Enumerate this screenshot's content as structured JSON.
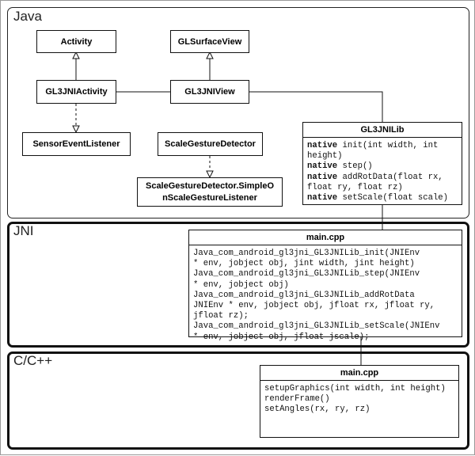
{
  "panels": {
    "java": "Java",
    "jni": "JNI",
    "c": "C/C++"
  },
  "java": {
    "activity": "Activity",
    "glsurfaceview": "GLSurfaceView",
    "gl3jniactivity": "GL3JNIActivity",
    "gl3jniview": "GL3JNIView",
    "sensoreventlistener": "SensorEventListener",
    "scalegesturedetector": "ScaleGestureDetector",
    "simplelistener_line1": "ScaleGestureDetector.SimpleO",
    "simplelistener_line2": "nScaleGestureListener",
    "gl3jnilib": {
      "title": "GL3JNILib",
      "keyword": "native",
      "methods": [
        " init(int width, int\nheight)",
        " step()",
        " addRotData(float rx,\nfloat ry, float rz)",
        " setScale(float scale)"
      ]
    }
  },
  "jni": {
    "title": "main.cpp",
    "lines": [
      "Java_com_android_gl3jni_GL3JNILib_init(JNIEnv",
      "* env, jobject obj, jint width, jint height)",
      "Java_com_android_gl3jni_GL3JNILib_step(JNIEnv",
      "* env, jobject obj)",
      "Java_com_android_gl3jni_GL3JNILib_addRotData",
      "JNIEnv * env, jobject obj, jfloat rx, jfloat ry,",
      "jfloat rz);",
      "Java_com_android_gl3jni_GL3JNILib_setScale(JNIEnv",
      "* env, jobject obj, jfloat jscale);"
    ]
  },
  "cpp": {
    "title": "main.cpp",
    "lines": [
      "setupGraphics(int width, int height)",
      "renderFrame()",
      "setAngles(rx, ry, rz)"
    ]
  }
}
